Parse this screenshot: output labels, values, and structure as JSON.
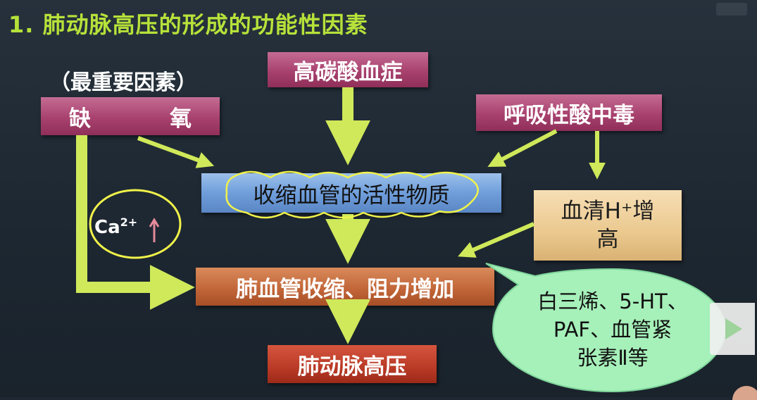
{
  "title": "1. 肺动脉高压的形成的功能性因素",
  "note": "（最重要因素）",
  "nodes": {
    "hypoxia": [
      "缺",
      "氧"
    ],
    "hypercapnia": "高碳酸血症",
    "respiratory_acidosis": "呼吸性酸中毒",
    "vasoactive": "收缩血管的活性物质",
    "serum_h": [
      "血清H⁺增",
      "高"
    ],
    "constriction": "肺血管收缩、阻力增加",
    "pah": "肺动脉高压"
  },
  "ca_label": {
    "base": "Ca",
    "charge": "2+",
    "arrow": "↑"
  },
  "bubble": [
    "白三烯、5-HT、",
    "PAF、血管紧",
    "张素Ⅱ等"
  ],
  "colors": {
    "background": "#1f2832",
    "title": "#b6e23a",
    "arrow": "#cfe95a",
    "pink_box": "#a8416e",
    "orange_box": "#c06437",
    "red_box": "#b93a26",
    "tan_box": "#ebc98f",
    "blue_box": "#6f9edb",
    "bubble": "#a6f0ba"
  },
  "icons": {
    "play": "play-icon"
  }
}
